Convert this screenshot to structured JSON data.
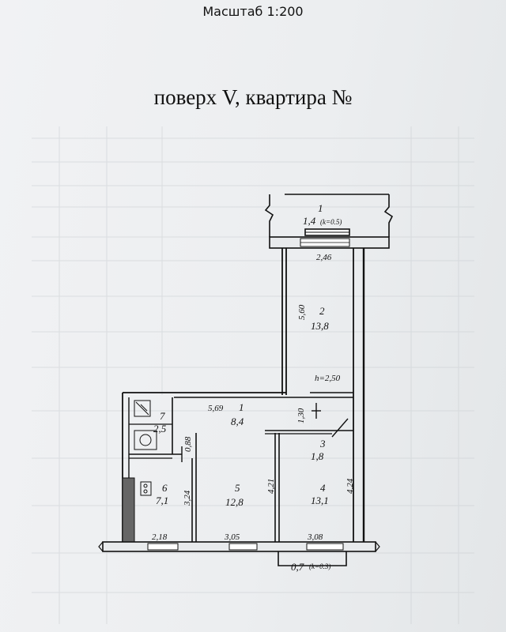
{
  "header": {
    "scale": "Масштаб 1:200",
    "title": "поверх V, квартира №"
  },
  "rooms": [
    {
      "id": "balcony-top",
      "number": "1",
      "area": "1,4",
      "coef": "(k=0.5)"
    },
    {
      "id": "room-2",
      "number": "2",
      "area": "13,8"
    },
    {
      "id": "room-1",
      "number": "1",
      "area": "8,4"
    },
    {
      "id": "room-3",
      "number": "3",
      "area": "1,8"
    },
    {
      "id": "room-4",
      "number": "4",
      "area": "13,1"
    },
    {
      "id": "room-5",
      "number": "5",
      "area": "12,8"
    },
    {
      "id": "room-6",
      "number": "6",
      "area": "7,1"
    },
    {
      "id": "room-7",
      "number": "7",
      "area": "2,5"
    },
    {
      "id": "balcony-bottom",
      "area": "0,7",
      "coef": "(k=0.3)"
    }
  ],
  "dimensions": {
    "top_width": "2,46",
    "room2_height": "5,60",
    "ceiling_height": "h=2,50",
    "hall_length": "5,69",
    "hall_depth": "1,30",
    "bath_depth": "0,88",
    "room6_height": "3,24",
    "room5_height": "4,21",
    "room4_height": "4,24",
    "bottom_w1": "2,18",
    "bottom_w2": "3,05",
    "bottom_w3": "3,08"
  }
}
